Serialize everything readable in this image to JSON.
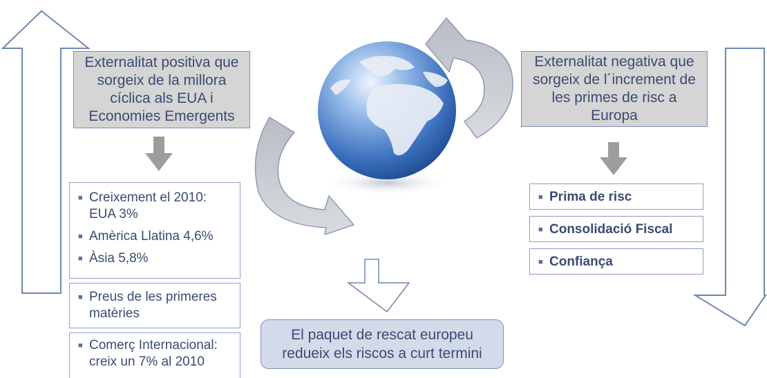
{
  "left": {
    "title": [
      "Externalitat positiva que",
      "sorgeix de la millora",
      "cíclica als EUA i",
      "Economies Emergents"
    ],
    "growth_box": [
      "Creixement el 2010:",
      "EUA 3%",
      "Amèrica Llatina 4,6%",
      "Àsia 5,8%"
    ],
    "materials_box": [
      "Preus de les primeres",
      "matèries"
    ],
    "trade_box": [
      "Comerç Internacional:",
      "creix un 7% al 2010"
    ]
  },
  "right": {
    "title": [
      "Externalitat negativa que",
      "sorgeix de l´increment de",
      "les primes de risc a",
      "Europa"
    ],
    "items": [
      "Prima de risc",
      "Consolidació Fiscal",
      "Confiança"
    ]
  },
  "center": {
    "rescue": [
      "El paquet de rescat europeu",
      "redueix els riscos a curt termini"
    ]
  },
  "colors": {
    "text": "#3a4a72",
    "box_border": "#7b8db6",
    "gray_box": "#d5d5d5",
    "arrow_outline": "#6f86b3",
    "rescue_fill": "#d3dbeb"
  },
  "icons": [
    "big-up-arrow-icon",
    "big-down-arrow-icon",
    "hollow-down-arrow-icon",
    "gray-down-arrow-icon",
    "curved-arrow-icon",
    "globe-icon"
  ]
}
